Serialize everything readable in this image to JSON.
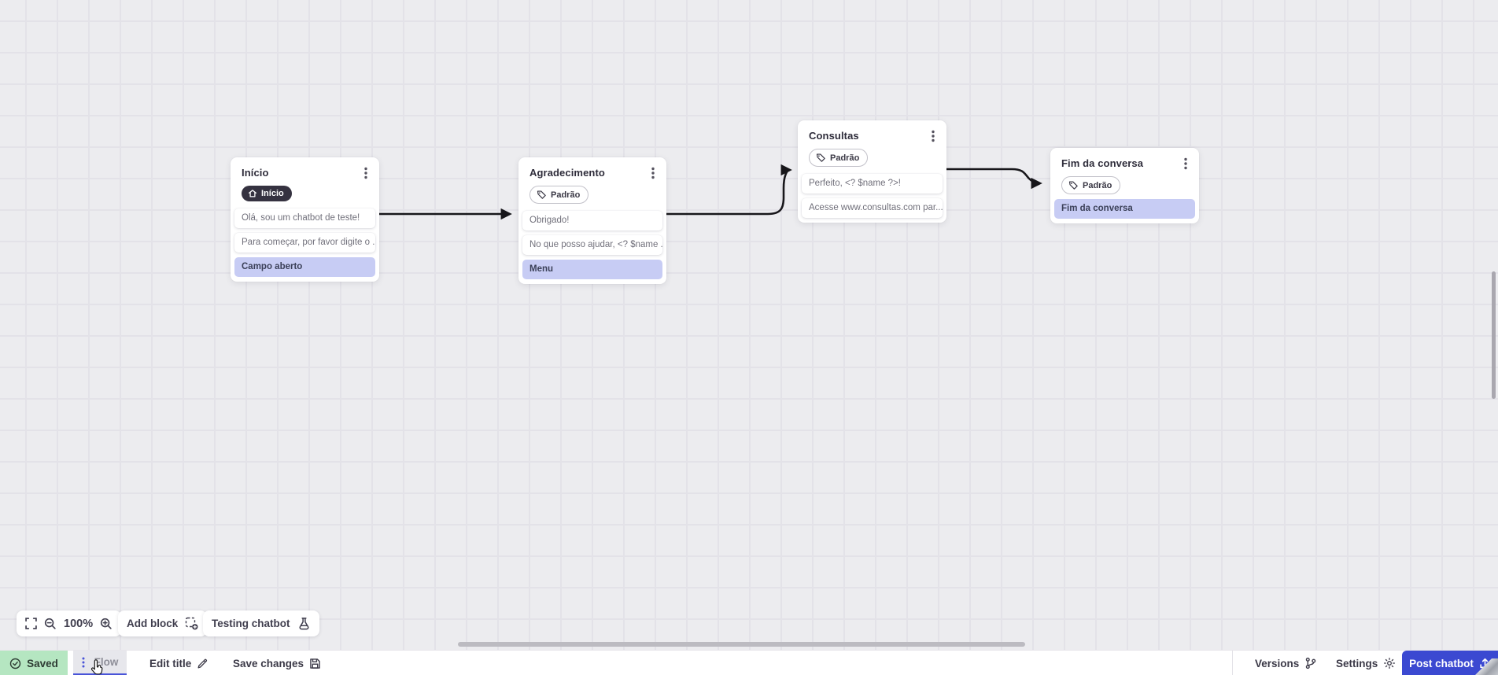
{
  "canvas": {
    "nodes": [
      {
        "title": "Início",
        "badge": {
          "icon": "home-icon",
          "label": "Início"
        },
        "rows": [
          "Olá, sou um chatbot de teste!",
          "Para começar, por favor digite o ...",
          "Campo aberto"
        ]
      },
      {
        "title": "Agradecimento",
        "badge": {
          "icon": "tag-icon",
          "label": "Padrão"
        },
        "rows": [
          "Obrigado!",
          "No que posso ajudar, <? $name ...",
          "Menu"
        ]
      },
      {
        "title": "Consultas",
        "badge": {
          "icon": "tag-icon",
          "label": "Padrão"
        },
        "rows": [
          "Perfeito, <? $name ?>!",
          "Acesse www.consultas.com par..."
        ]
      },
      {
        "title": "Fim da conversa",
        "badge": {
          "icon": "tag-icon",
          "label": "Padrão"
        },
        "rows": [
          "Fim da conversa"
        ]
      }
    ]
  },
  "toolbar": {
    "zoom_level": "100%",
    "add_block_label": "Add block",
    "testing_chatbot_label": "Testing chatbot"
  },
  "statusbar": {
    "saved_label": "Saved",
    "flow_tab_label": "Flow",
    "edit_title_label": "Edit title",
    "save_changes_label": "Save changes",
    "versions_label": "Versions",
    "settings_label": "Settings",
    "post_chatbot_label": "Post chatbot"
  },
  "colors": {
    "accent_indigo": "#4954d8",
    "post_button": "#3b49d1",
    "saved_bg": "#b5e6c1",
    "action_row_bg": "#c7ccf4",
    "dark_badge_bg": "#353240",
    "canvas_bg": "#ececef",
    "connector": "#17161a"
  }
}
